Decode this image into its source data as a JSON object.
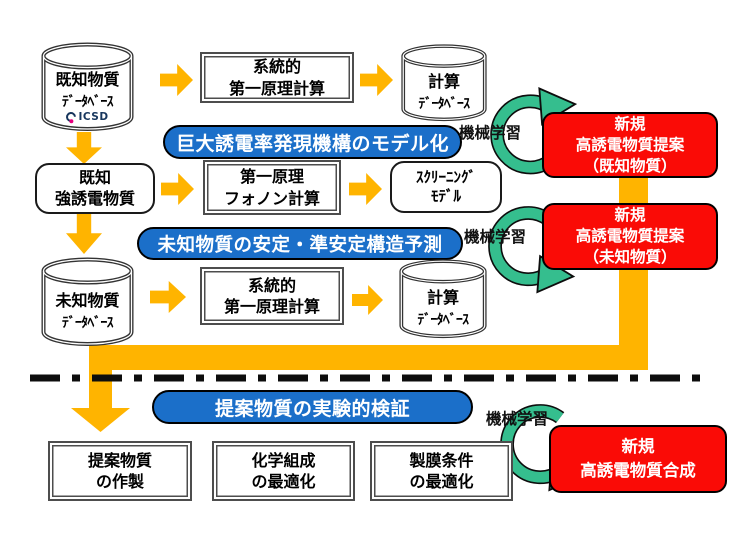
{
  "colors": {
    "yellow": "#FFB400",
    "green": "#35BE8E",
    "blue": "#1B6FC9",
    "red": "#FA0B06",
    "gray": "#4D4D4D",
    "navy": "#17365D",
    "magenta": "#E6007E"
  },
  "row_known": {
    "db_known": {
      "line1": "既知物質",
      "line2": "ﾃﾞｰﾀﾍﾞｰｽ",
      "logo": "ICSD"
    },
    "box_calc": {
      "line1": "系統的",
      "line2": "第一原理計算"
    },
    "db_calc": {
      "line1": "計算",
      "line2": "ﾃﾞｰﾀﾍﾞｰｽ"
    },
    "ml_label": "機械学習",
    "result": {
      "line1": "新規",
      "line2": "高誘電物質提案",
      "line3": "（既知物質）"
    }
  },
  "banner_model": "巨大誘電率発現機構のモデル化",
  "row_ferro": {
    "box_ferro": {
      "line1": "既知",
      "line2": "強誘電物質"
    },
    "box_phonon": {
      "line1": "第一原理",
      "line2": "フォノン計算"
    },
    "box_screen": {
      "line1": "ｽｸﾘｰﾆﾝｸﾞ",
      "line2": "ﾓﾃﾞﾙ"
    },
    "ml_label": "機械学習",
    "result": {
      "line1": "新規",
      "line2": "高誘電物質提案",
      "line3": "（未知物質）"
    }
  },
  "banner_predict": "未知物質の安定・準安定構造予測",
  "row_unknown": {
    "db_unknown": {
      "line1": "未知物質",
      "line2": "ﾃﾞｰﾀﾍﾞｰｽ"
    },
    "box_calc": {
      "line1": "系統的",
      "line2": "第一原理計算"
    },
    "db_calc": {
      "line1": "計算",
      "line2": "ﾃﾞｰﾀﾍﾞｰｽ"
    }
  },
  "banner_experiment": "提案物質の実験的検証",
  "row_experiment": {
    "box_fab": {
      "line1": "提案物質",
      "line2": "の作製"
    },
    "box_chem": {
      "line1": "化学組成",
      "line2": "の最適化"
    },
    "box_film": {
      "line1": "製膜条件",
      "line2": "の最適化"
    },
    "ml_label": "機械学習",
    "result": {
      "line1": "新規",
      "line2": "高誘電物質合成"
    }
  }
}
